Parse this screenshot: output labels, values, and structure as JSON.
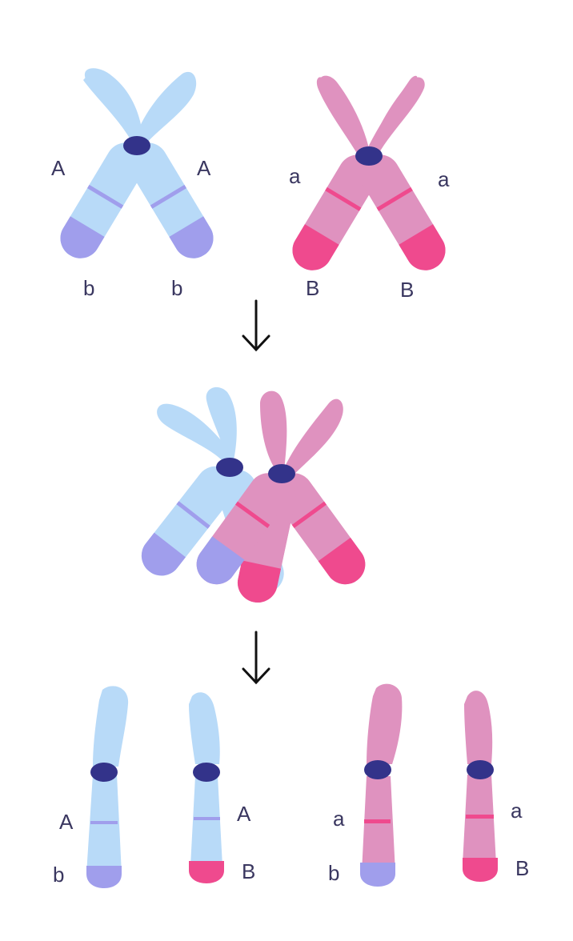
{
  "colors": {
    "blue_body": "#b8daf8",
    "blue_tip": "#a09eec",
    "blue_band": "#a09eec",
    "pink_body": "#df92bf",
    "pink_tip": "#ef4a8e",
    "pink_band": "#ef4a8e",
    "centromere": "#33338a",
    "arrow": "#111111",
    "label": "#3a3760"
  },
  "stage1": {
    "blue_labels": {
      "left_gene": "A",
      "right_gene": "A",
      "left_tip": "b",
      "right_tip": "b"
    },
    "pink_labels": {
      "left_gene": "a",
      "right_gene": "a",
      "left_tip": "B",
      "right_tip": "B"
    }
  },
  "arrow_symbol": "↓",
  "stage3": {
    "c1": {
      "gene": "A",
      "tip": "b"
    },
    "c2": {
      "gene": "A",
      "tip": "B"
    },
    "c3": {
      "gene": "a",
      "tip": "b"
    },
    "c4": {
      "gene": "a",
      "tip": "B"
    }
  }
}
